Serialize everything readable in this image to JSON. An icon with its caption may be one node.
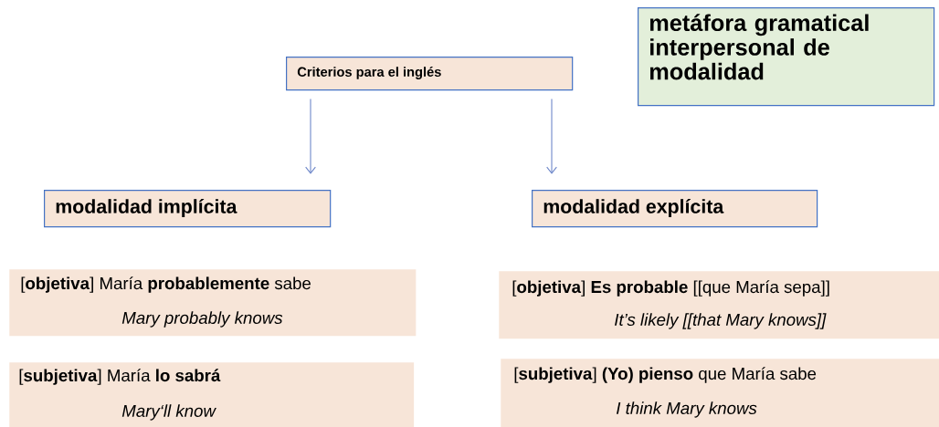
{
  "diagram": {
    "nodes": [
      {
        "text": [
          "metáfora gramatical interpersonal de modalidad"
        ]
      },
      {
        "text": [
          "Criterios para el inglés"
        ]
      },
      {
        "text": [
          "modalidad implícita"
        ]
      },
      {
        "text": [
          "modalidad explícita"
        ]
      },
      {
        "text": [
          "[**objetiva**] María **probablemente** sabe",
          "Mary probably knows"
        ]
      },
      {
        "text": [
          "[**subjetiva**] María **lo sabrá**",
          "Mary‘ll know"
        ]
      },
      {
        "text": [
          "[**objetiva**] **Es probable** [[que María sepa]]",
          "It’s likely [[that Mary knows]]"
        ]
      },
      {
        "text": [
          "[**subjetiva**] **(Yo) pienso** que María sabe",
          "I think Mary knows"
        ]
      }
    ],
    "edges": [
      {
        "from": 1,
        "to": 2,
        "arrow": "to"
      },
      {
        "from": 1,
        "to": 3,
        "arrow": "to"
      }
    ]
  }
}
